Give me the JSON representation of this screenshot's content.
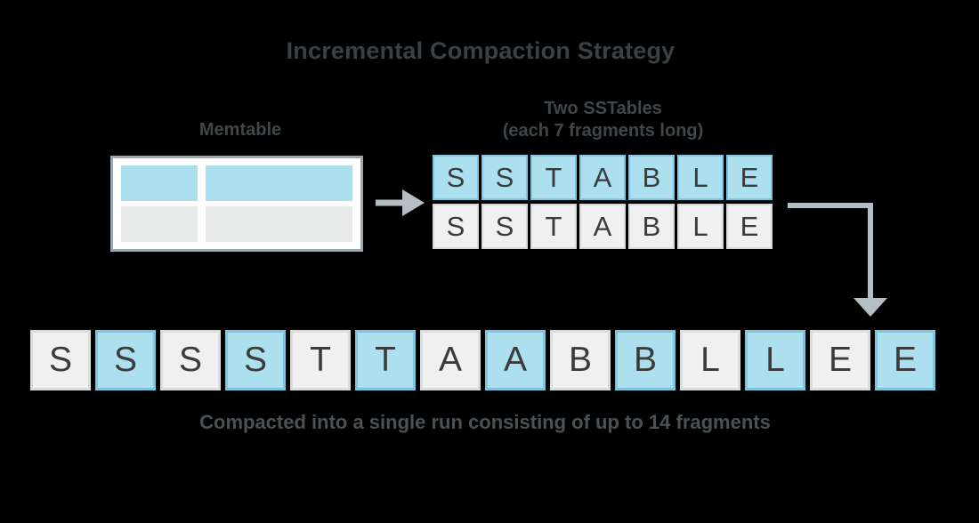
{
  "page": {
    "title": "Incremental Compaction Strategy",
    "background_color": "#000000",
    "text_color": "#3a4145",
    "accent_blue": "#ace0ef",
    "accent_blue_border": "#7cc6de",
    "neutral_gray": "#f0f0f0",
    "neutral_gray_border": "#dcdedd",
    "arrow_color": "#b5bec2"
  },
  "memtable": {
    "label": "Memtable",
    "cells": [
      {
        "fill": "blue"
      },
      {
        "fill": "blue"
      },
      {
        "fill": "gray"
      },
      {
        "fill": "gray"
      }
    ]
  },
  "sstables": {
    "label_line1": "Two SSTables",
    "label_line2": "(each 7 fragments long)",
    "fragment_count": 7,
    "rows": [
      {
        "name": "sstable-row-1",
        "fill": "blue",
        "fragments": [
          "S",
          "S",
          "T",
          "A",
          "B",
          "L",
          "E"
        ]
      },
      {
        "name": "sstable-row-2",
        "fill": "gray",
        "fragments": [
          "S",
          "S",
          "T",
          "A",
          "B",
          "L",
          "E"
        ]
      }
    ]
  },
  "compacted_run": {
    "caption": "Compacted into a single run consisting of up to 14 fragments",
    "fragment_count": 14,
    "fragments": [
      {
        "letter": "S",
        "fill": "gray"
      },
      {
        "letter": "S",
        "fill": "blue"
      },
      {
        "letter": "S",
        "fill": "gray"
      },
      {
        "letter": "S",
        "fill": "blue"
      },
      {
        "letter": "T",
        "fill": "gray"
      },
      {
        "letter": "T",
        "fill": "blue"
      },
      {
        "letter": "A",
        "fill": "gray"
      },
      {
        "letter": "A",
        "fill": "blue"
      },
      {
        "letter": "B",
        "fill": "gray"
      },
      {
        "letter": "B",
        "fill": "blue"
      },
      {
        "letter": "L",
        "fill": "gray"
      },
      {
        "letter": "L",
        "fill": "blue"
      },
      {
        "letter": "E",
        "fill": "gray"
      },
      {
        "letter": "E",
        "fill": "blue"
      }
    ]
  },
  "arrows": [
    {
      "name": "memtable-to-sstables-arrow",
      "direction": "right"
    },
    {
      "name": "sstables-to-run-arrow",
      "direction": "elbow-down"
    }
  ]
}
